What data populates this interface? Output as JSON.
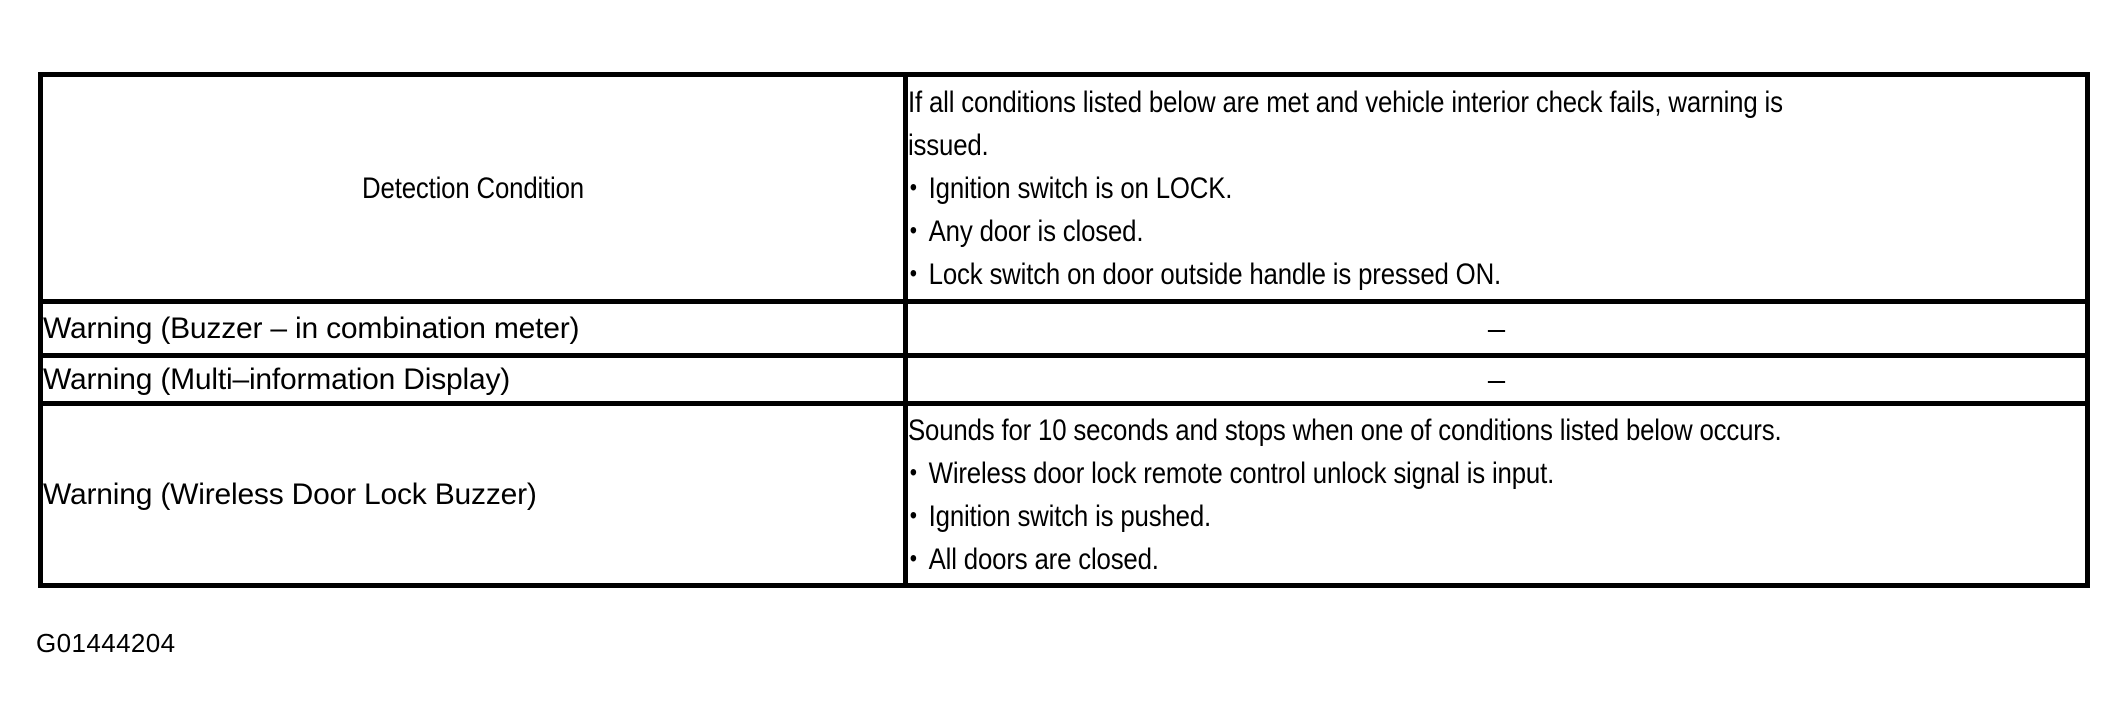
{
  "document": {
    "figure_code": "G01444204"
  },
  "table": {
    "rows": [
      {
        "label": "Detection Condition",
        "label_align": "center",
        "value_type": "text_block",
        "value": {
          "intro_lines": [
            "If all conditions listed below are met and vehicle interior check fails, warning is",
            "issued."
          ],
          "bullets": [
            "Ignition switch is on LOCK.",
            "Any door is closed.",
            "Lock switch on door outside handle is pressed ON."
          ]
        }
      },
      {
        "label": "Warning (Buzzer – in combination meter)",
        "label_align": "left",
        "value_type": "dash",
        "value": {
          "dash": "–"
        }
      },
      {
        "label": "Warning (Multi–information Display)",
        "label_align": "left",
        "value_type": "dash",
        "value": {
          "dash": "–"
        }
      },
      {
        "label": "Warning (Wireless Door Lock Buzzer)",
        "label_align": "left",
        "value_type": "text_block",
        "value": {
          "intro_lines": [
            "Sounds for 10 seconds and stops when one of conditions listed below occurs."
          ],
          "bullets": [
            "Wireless door lock remote control unlock signal is input.",
            "Ignition switch is pushed.",
            "All doors are closed."
          ]
        }
      }
    ]
  },
  "colors": {
    "ink": "#000000",
    "paper": "#ffffff"
  }
}
